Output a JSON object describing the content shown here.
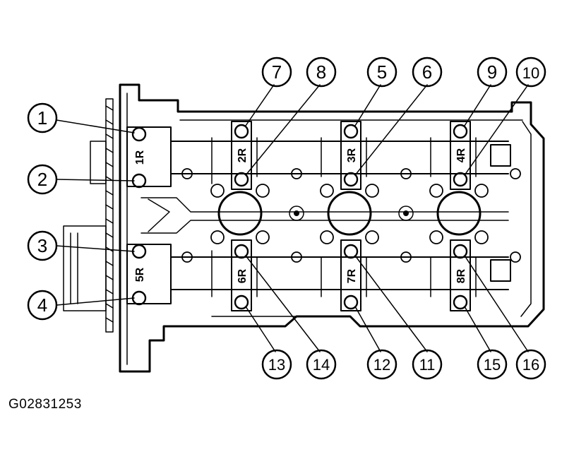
{
  "figure": {
    "code": "G02831253",
    "callouts": [
      "1",
      "2",
      "3",
      "4",
      "5",
      "6",
      "7",
      "8",
      "9",
      "10",
      "11",
      "12",
      "13",
      "14",
      "15",
      "16"
    ],
    "caps": [
      "1R",
      "2R",
      "3R",
      "4R",
      "5R",
      "6R",
      "7R",
      "8R"
    ]
  }
}
